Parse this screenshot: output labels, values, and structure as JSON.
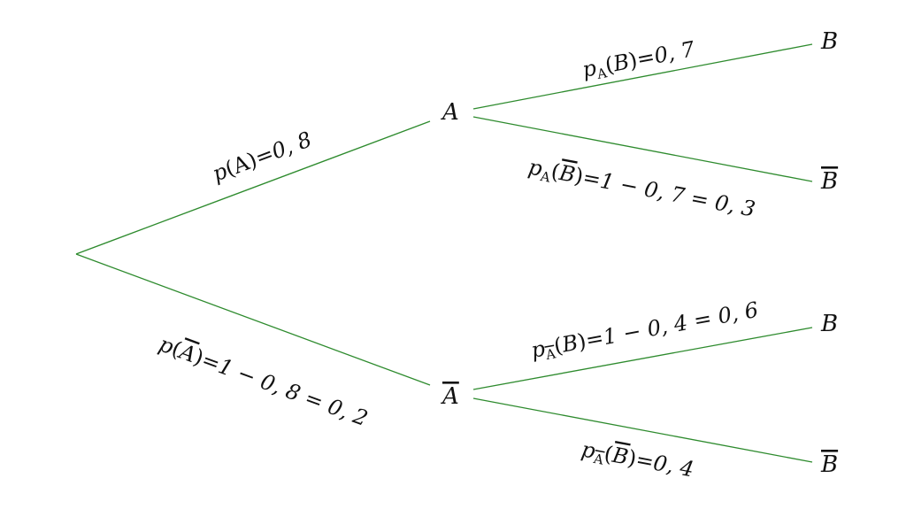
{
  "diagram": {
    "edge_color": "#2e8b2e",
    "nodes": {
      "a": "A",
      "a_bar": "A",
      "b_top": "B",
      "b_bar_top": "B",
      "b_low": "B",
      "b_bar_low": "B"
    },
    "labels": {
      "pa": {
        "p": "p",
        "open": "(",
        "arg": "A",
        "close": ")",
        "rest": "=0, 8"
      },
      "pabar": {
        "p": "p",
        "open": "(",
        "arg": "A",
        "close": ")",
        "rest": "=1 − 0, 8 = 0, 2"
      },
      "pab": {
        "p": "p",
        "sub": "A",
        "open": "(",
        "arg": "B",
        "close": ")",
        "rest": "=0, 7"
      },
      "pabbar": {
        "p": "p",
        "sub": "A",
        "open": "(",
        "arg": "B",
        "close": ")",
        "rest": "=1 − 0, 7 = 0, 3"
      },
      "pabarb": {
        "p": "p",
        "sub": "A",
        "open": "(",
        "arg": "B",
        "close": ")",
        "rest": "=1 − 0, 4 = 0, 6"
      },
      "pabarbbar": {
        "p": "p",
        "sub": "A",
        "open": "(",
        "arg": "B",
        "close": ")",
        "rest": "=0, 4"
      }
    }
  }
}
